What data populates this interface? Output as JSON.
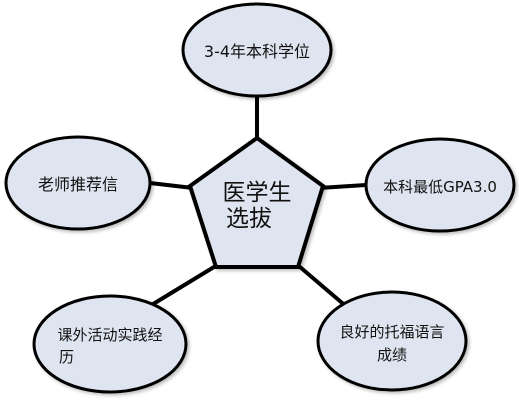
{
  "diagram": {
    "center": {
      "label_line1": "医学生",
      "label_line2": "选拔"
    },
    "nodes": {
      "top": {
        "label": "3-4年本科学位"
      },
      "left": {
        "label": "老师推荐信"
      },
      "right": {
        "label": "本科最低GPA3.0"
      },
      "bottom_left": {
        "line1": "课外活动实践经",
        "line2": "历"
      },
      "bottom_right": {
        "line1": "良好的托福语言",
        "line2": "成绩"
      }
    },
    "colors": {
      "node_fill": "#dfe5f0",
      "outline": "#000000",
      "connector": "#000000",
      "text": "#111111"
    }
  }
}
